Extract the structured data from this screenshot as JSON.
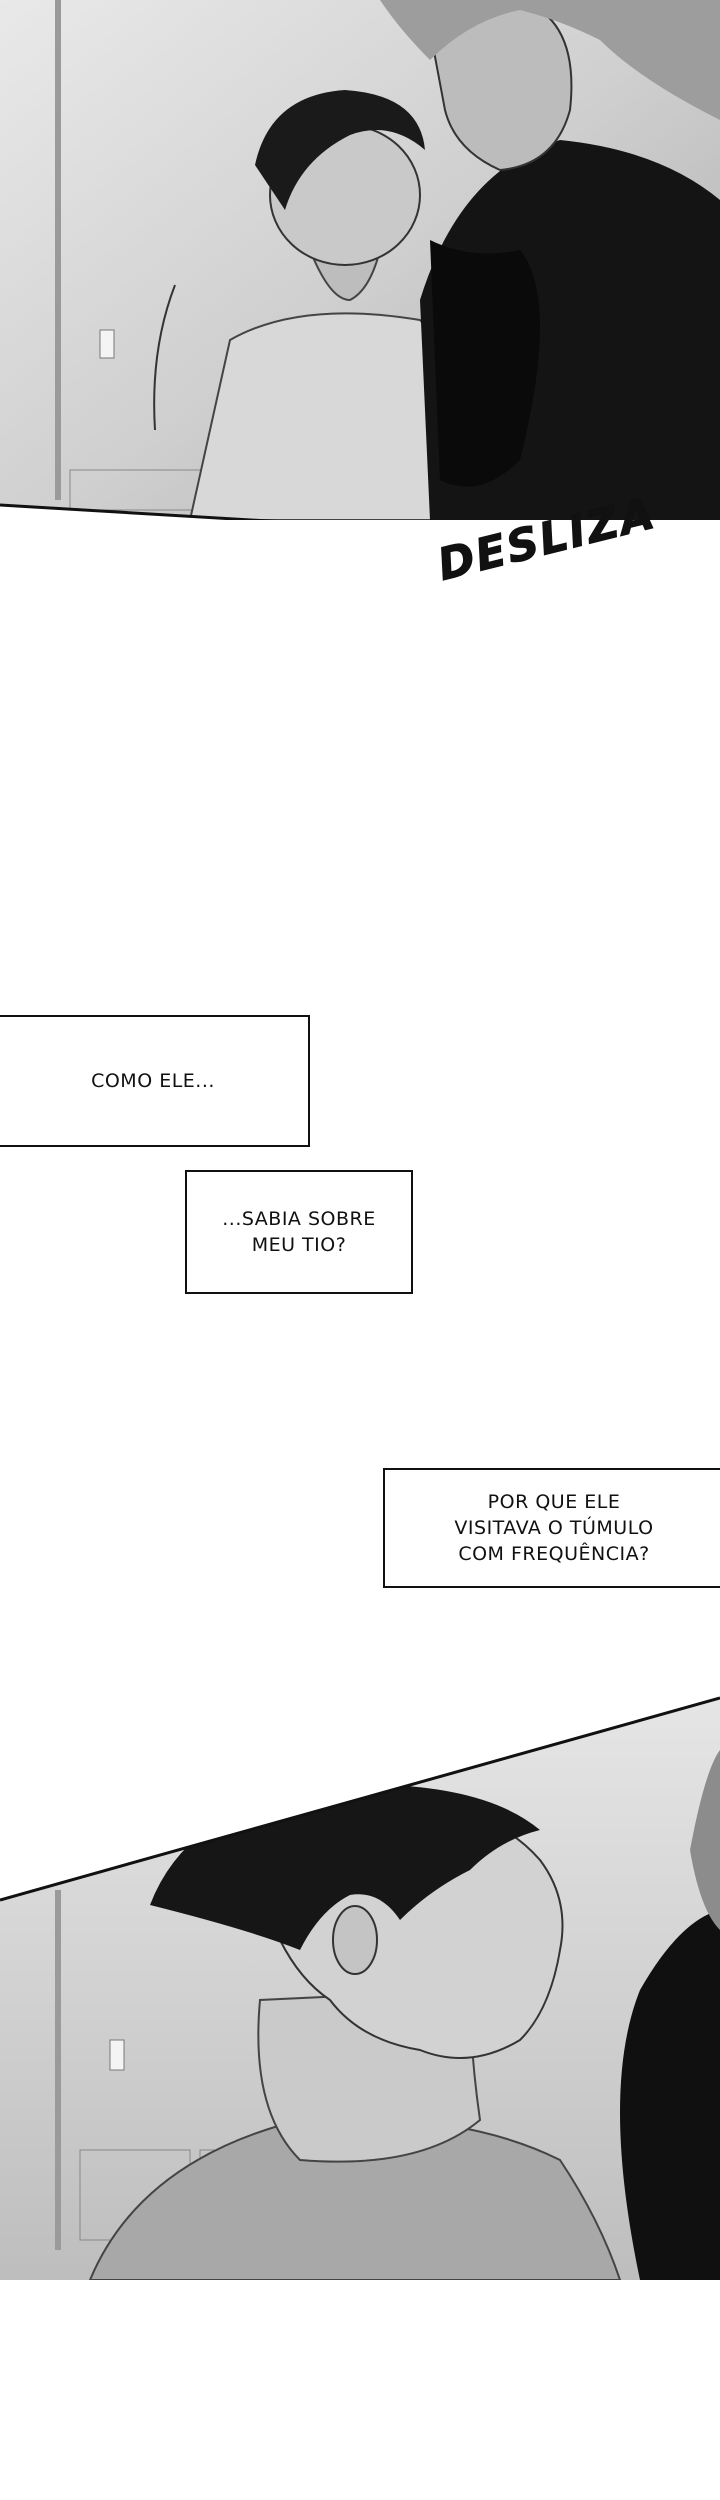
{
  "sfx": {
    "text": "DESLIZA"
  },
  "captions": [
    {
      "lines": [
        "COMO ELE..."
      ]
    },
    {
      "lines": [
        "...SABIA SOBRE",
        "MEU TIO?"
      ]
    },
    {
      "lines": [
        "POR QUE ELE",
        "VISITAVA O TÚMULO",
        "COM FREQUÊNCIA?"
      ]
    }
  ],
  "colors": {
    "ink": "#111111",
    "paper": "#ffffff",
    "tone": "#8a8a8a"
  }
}
